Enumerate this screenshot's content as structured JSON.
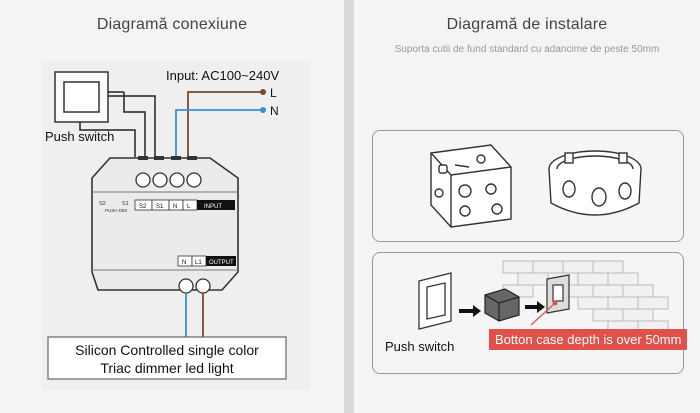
{
  "left_panel": {
    "title": "Diagramă conexiune",
    "input_label": "Input: AC100~240V",
    "terminal_l": "L",
    "terminal_n": "N",
    "push_switch_label": "Push switch",
    "module": {
      "push_dim_terminals": "S2",
      "push_dim_s1": "S1",
      "push_dim_caption": "PUSH DIM",
      "input_terminals": [
        "S2",
        "S1",
        "N",
        "L"
      ],
      "input_tag": "INPUT",
      "output_terminals": [
        "N",
        "L1"
      ],
      "output_tag": "OUTPUT"
    },
    "caption_line1": "Silicon Controlled single color",
    "caption_line2": "Triac dimmer led light"
  },
  "right_panel": {
    "title": "Diagramă de instalare",
    "subtitle": "Suporta cutii de fund standard cu adancime de peste 50mm",
    "push_switch_label": "Push switch",
    "depth_note": "Botton case depth is over 50mm"
  },
  "colors": {
    "brown_wire": "#7a4a2e",
    "blue_wire": "#3a8fd4",
    "accent_red": "#e0514a",
    "module_gray": "#e8e8e8"
  }
}
